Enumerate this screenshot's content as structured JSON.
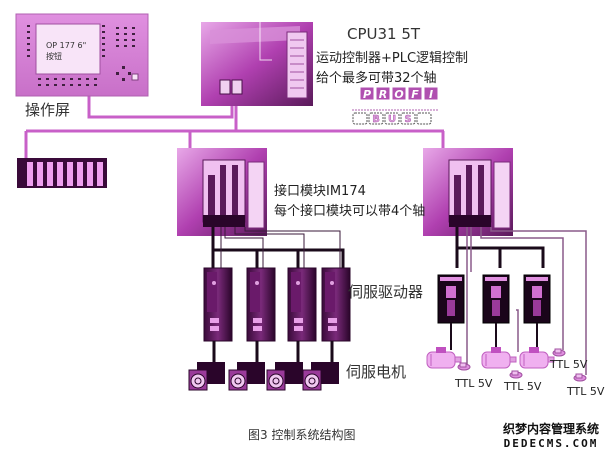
{
  "colors": {
    "bus": "#c860c8",
    "device_light": "#e8a8e8",
    "device_mid": "#b040b0",
    "device_dark": "#3a0a3a",
    "signal_line": "#1a0a1a"
  },
  "hmi": {
    "label": "操作屏",
    "screen_line1": "OP 177 6\"",
    "screen_line2": "按钮"
  },
  "cpu": {
    "title": "CPU31 5T",
    "line1": "运动控制器+PLC逻辑控制",
    "line2": "给个最多可带32个轴"
  },
  "profibus": {
    "top": [
      "P",
      "R",
      "O",
      "F",
      "I"
    ],
    "bottom": [
      "B",
      "U",
      "S"
    ]
  },
  "interface_module": {
    "line1": "接口模块IM174",
    "line2": "每个接口模块可以带4个轴"
  },
  "servo_drive_label": "伺服驱动器",
  "servo_motor_label": "伺服电机",
  "encoders": [
    "TTL 5V",
    "TTL 5V",
    "TTL 5V",
    "TTL 5V"
  ],
  "caption": "图3 控制系统结构图",
  "watermark": {
    "line1": "织梦内容管理系统",
    "line2": "DEDECMS.COM"
  }
}
